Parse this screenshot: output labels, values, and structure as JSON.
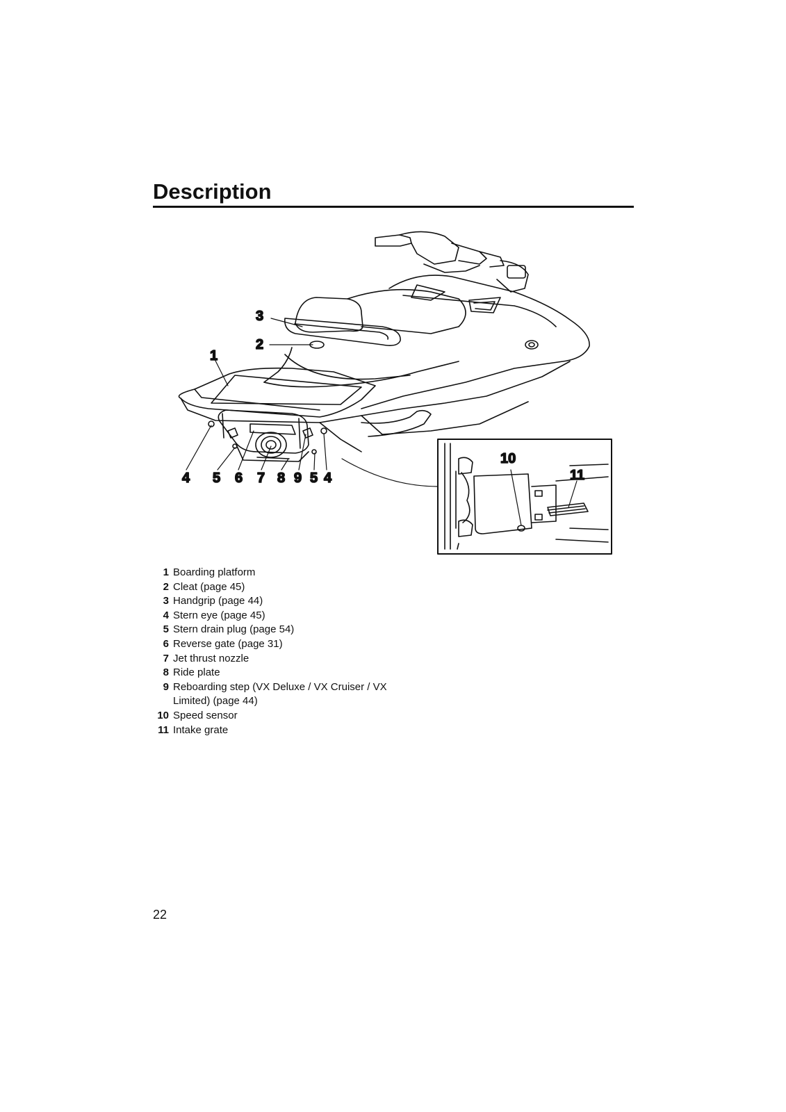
{
  "page": {
    "title": "Description",
    "page_number": "22"
  },
  "callouts": {
    "c1": "1",
    "c2": "2",
    "c3": "3",
    "c4a": "4",
    "c5a": "5",
    "c6": "6",
    "c7": "7",
    "c8": "8",
    "c9": "9",
    "c5b": "5",
    "c4b": "4",
    "c10": "10",
    "c11": "11"
  },
  "legend": [
    {
      "num": "1",
      "text": "Boarding platform"
    },
    {
      "num": "2",
      "text": "Cleat (page 45)"
    },
    {
      "num": "3",
      "text": "Handgrip (page 44)"
    },
    {
      "num": "4",
      "text": "Stern eye (page 45)"
    },
    {
      "num": "5",
      "text": "Stern drain plug (page 54)"
    },
    {
      "num": "6",
      "text": "Reverse gate (page 31)"
    },
    {
      "num": "7",
      "text": "Jet thrust nozzle"
    },
    {
      "num": "8",
      "text": "Ride plate"
    },
    {
      "num": "9",
      "text": "Reboarding step (VX Deluxe / VX Cruiser / VX Limited) (page 44)"
    },
    {
      "num": "10",
      "text": "Speed sensor"
    },
    {
      "num": "11",
      "text": "Intake grate"
    }
  ]
}
